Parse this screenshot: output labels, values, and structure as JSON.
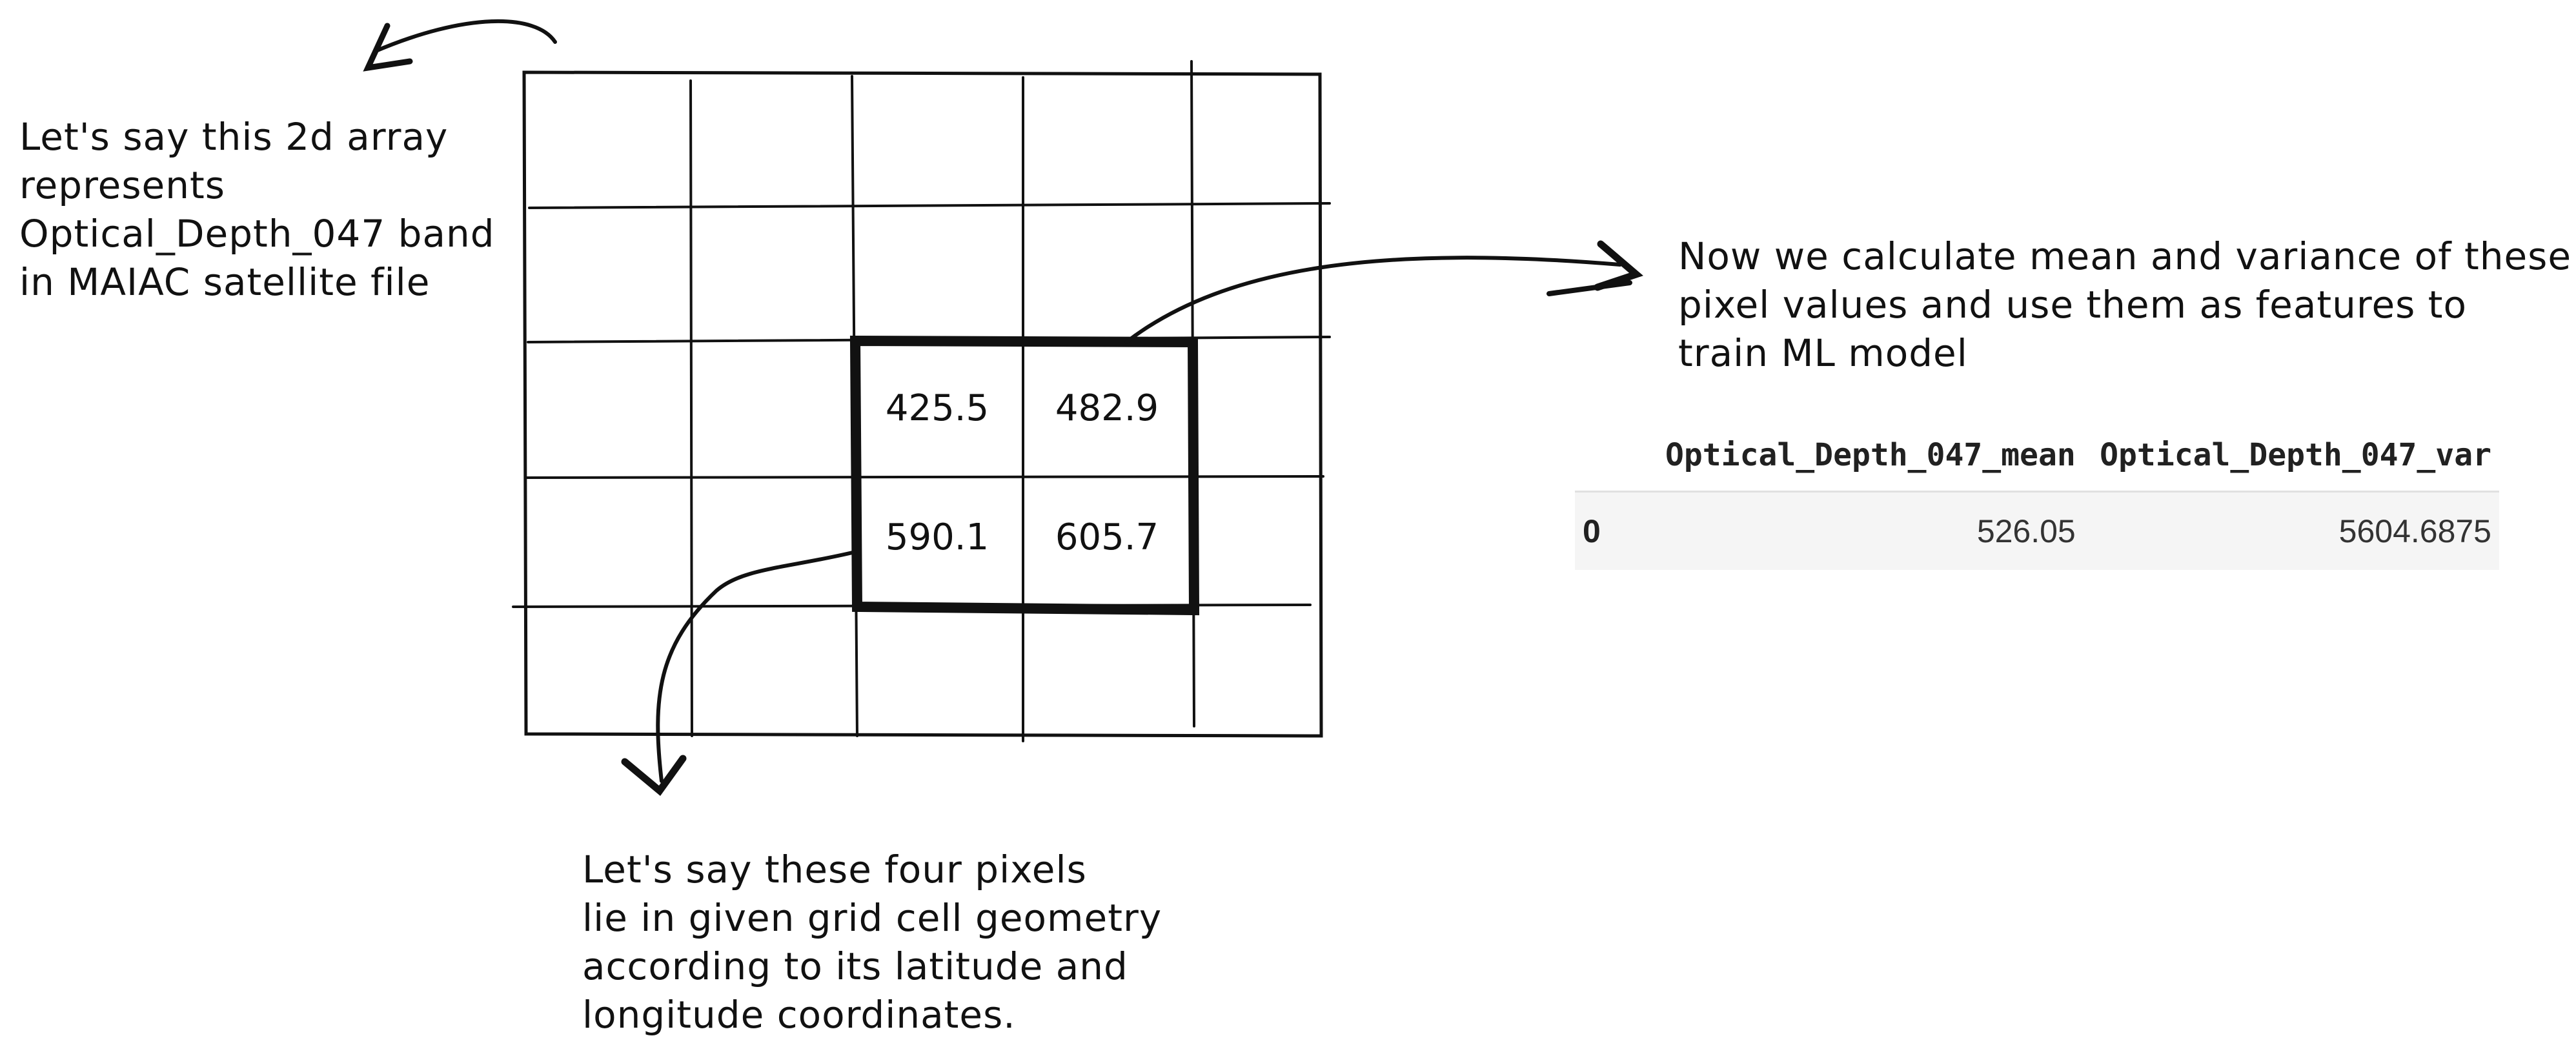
{
  "annotations": {
    "top_left": "Let's say this 2d array\nrepresents\nOptical_Depth_047 band\nin MAIAC satellite file",
    "right": "Now we calculate mean and variance of these\npixel values and use them as features to\ntrain ML model",
    "bottom": "Let's say these four pixels\nlie in given grid cell geometry\naccording to its latitude and\nlongitude coordinates."
  },
  "grid": {
    "rows": 5,
    "cols": 5,
    "highlighted_values": [
      "425.5",
      "482.9",
      "590.1",
      "605.7"
    ]
  },
  "table": {
    "columns": [
      "",
      "Optical_Depth_047_mean",
      "Optical_Depth_047_var"
    ],
    "rows": [
      [
        "0",
        "526.05",
        "5604.6875"
      ]
    ]
  }
}
